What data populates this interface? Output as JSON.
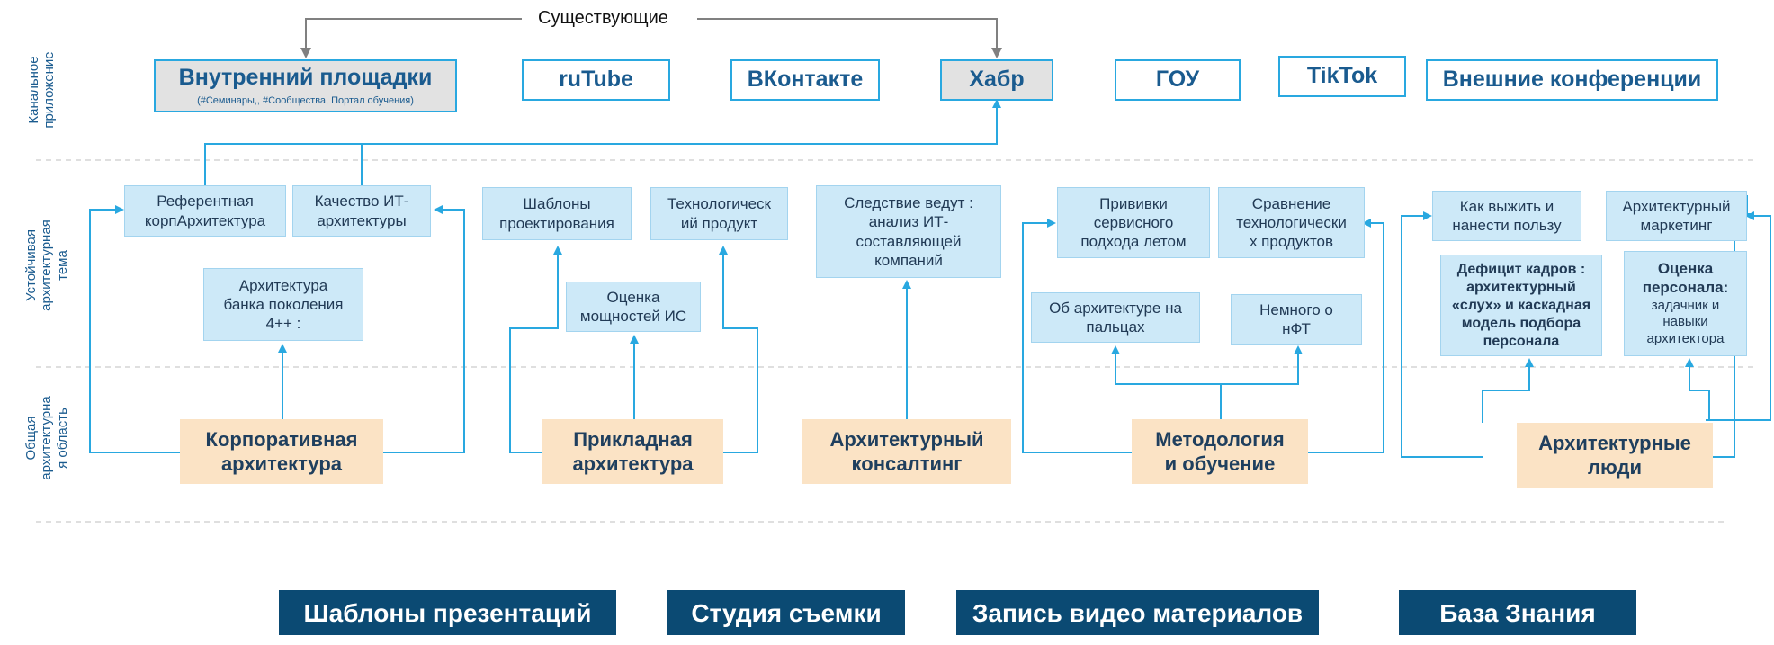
{
  "top_label": "Существующие",
  "row_labels": {
    "channel": [
      "Канальное",
      "приложение"
    ],
    "theme": [
      "Устойчивая",
      "архитектурная",
      "тема"
    ],
    "area": [
      "Общая",
      "архитектурна",
      "я область"
    ]
  },
  "channels": {
    "internal": "Внутренний  площадки",
    "internal_sub": "(#Семинары,, #Сообщества,   Портал обучения)",
    "rutube": "ruTube",
    "vk": "ВКонтакте",
    "habr": "Хабр",
    "gou": "ГОУ",
    "tiktok": "TikTok",
    "external": "Внешние конференции"
  },
  "topics": {
    "ref_arch": [
      "Референтная",
      "корпАрхитектура"
    ],
    "it_quality": [
      "Качество ИТ-",
      "архитектуры"
    ],
    "bank_arch": [
      "Архитектура",
      "банка поколения",
      "4++ :"
    ],
    "templates": [
      "Шаблоны",
      "проектирования"
    ],
    "tech_product": [
      "Технологическ",
      "ий продукт"
    ],
    "capacity": [
      "Оценка",
      "мощностей  ИС"
    ],
    "investigation": [
      "Следствие ведут :",
      "анализ ИТ-",
      "составляющей",
      "компаний"
    ],
    "vaccines": [
      "Прививки",
      "сервисного",
      "подхода летом"
    ],
    "tech_compare": [
      "Сравнение",
      "технологически",
      "х продуктов"
    ],
    "fingers": [
      "Об архитектуре на",
      "пальцах"
    ],
    "nft": [
      "Немного о",
      "нФТ"
    ],
    "survive": [
      "Как выжить и",
      "нанести пользу"
    ],
    "marketing": [
      "Архитектурный",
      "маркетинг"
    ],
    "deficit": [
      "Дефицит кадров :",
      "архитектурный",
      "«слух» и каскадная",
      "модель подбора",
      "персонала"
    ],
    "staff_eval_title": [
      "Оценка",
      "персонала:"
    ],
    "staff_eval_body": [
      "задачник и",
      "навыки",
      "архитектора"
    ]
  },
  "areas": {
    "corporate": [
      "Корпоративная",
      "архитектура"
    ],
    "applied": [
      "Прикладная",
      "архитектура"
    ],
    "consulting": [
      "Архитектурный",
      "консалтинг"
    ],
    "methodology": [
      "Методология",
      "и обучение"
    ],
    "people": [
      "Архитектурные",
      "люди"
    ]
  },
  "bottom": {
    "presentations": "Шаблоны презентаций",
    "studio": "Студия съемки",
    "video": "Запись видео материалов",
    "knowledge": "База Знания"
  },
  "colors": {
    "line": "#29a8e0",
    "light_box": "#cde9f8",
    "peach_box": "#fbe3c5",
    "dark_box": "#0b4a73",
    "grey_arrow": "#808080",
    "divider": "#bfbfbf"
  }
}
